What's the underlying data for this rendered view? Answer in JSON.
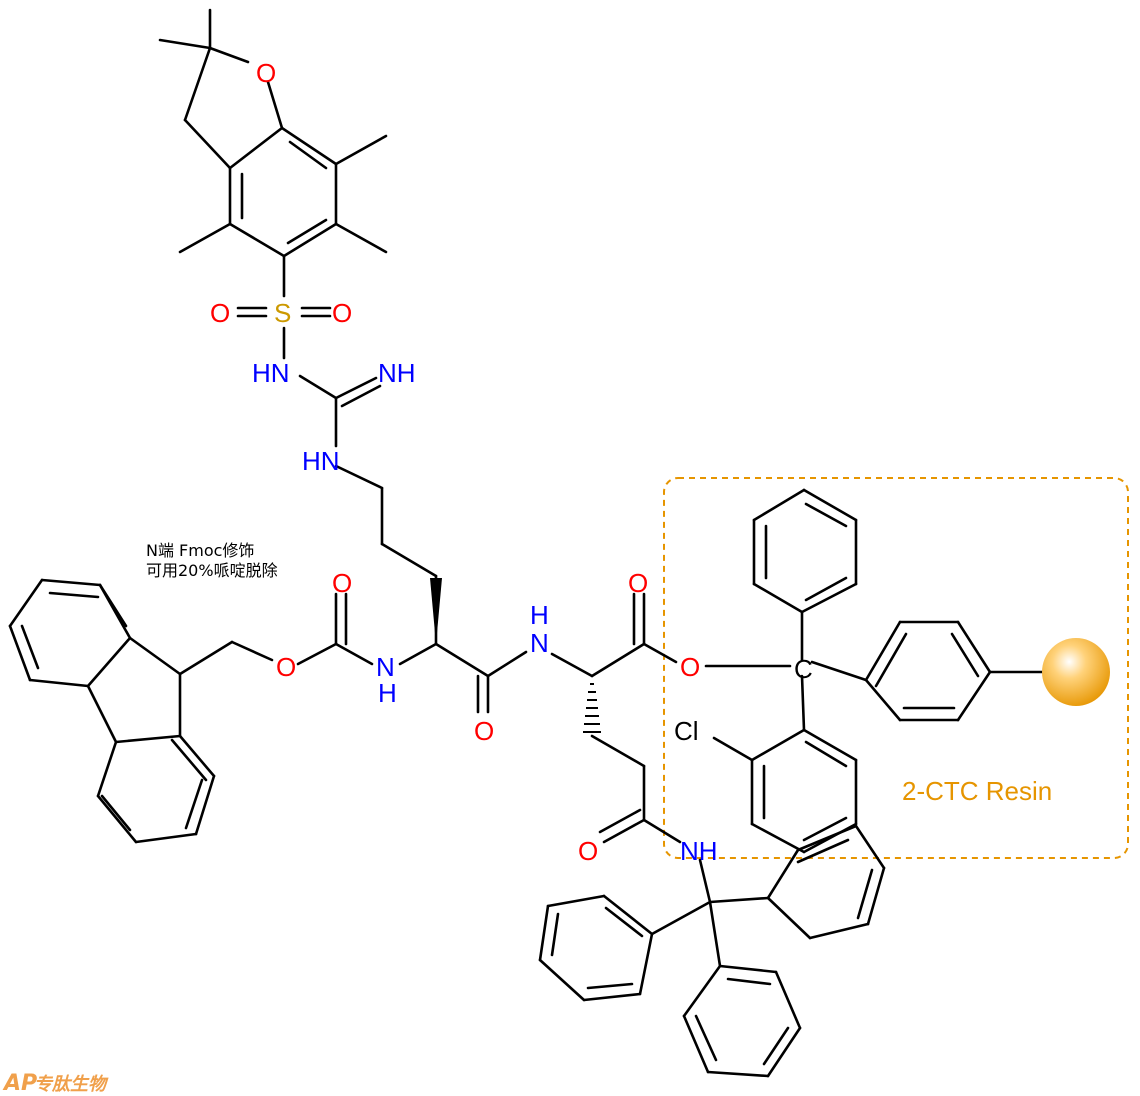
{
  "colors": {
    "bond": "#000000",
    "oxygen": "#ff0000",
    "nitrogen": "#0000ff",
    "sulfur": "#cc9900",
    "resin": "#e69500",
    "watermark": "#f0a04b"
  },
  "atoms": {
    "o_furan": "O",
    "s_sulfonyl": "S",
    "o_s_left": "O",
    "o_s_right": "O",
    "nh_sulfonamide": "HN",
    "nh_imine": "NH",
    "nh_guan": "HN",
    "o_carbamate_carbonyl": "O",
    "o_carbamate_ester": "O",
    "n_arg_amide": "N",
    "h_arg_amide": "H",
    "o_arg_carbonyl": "O",
    "h_gln_amide": "H",
    "n_gln_amide": "N",
    "o_gln_carbonyl": "O",
    "o_ester": "O",
    "c_trityl": "C",
    "cl": "Cl",
    "o_side_amide": "O",
    "nh_trityl": "NH"
  },
  "annotations": {
    "fmoc_line1": "N端 Fmoc修饰",
    "fmoc_line2": "可用20%哌啶脱除",
    "resin_label": "2-CTC Resin",
    "watermark_latin": "AP",
    "watermark_cn": "专肽生物"
  }
}
